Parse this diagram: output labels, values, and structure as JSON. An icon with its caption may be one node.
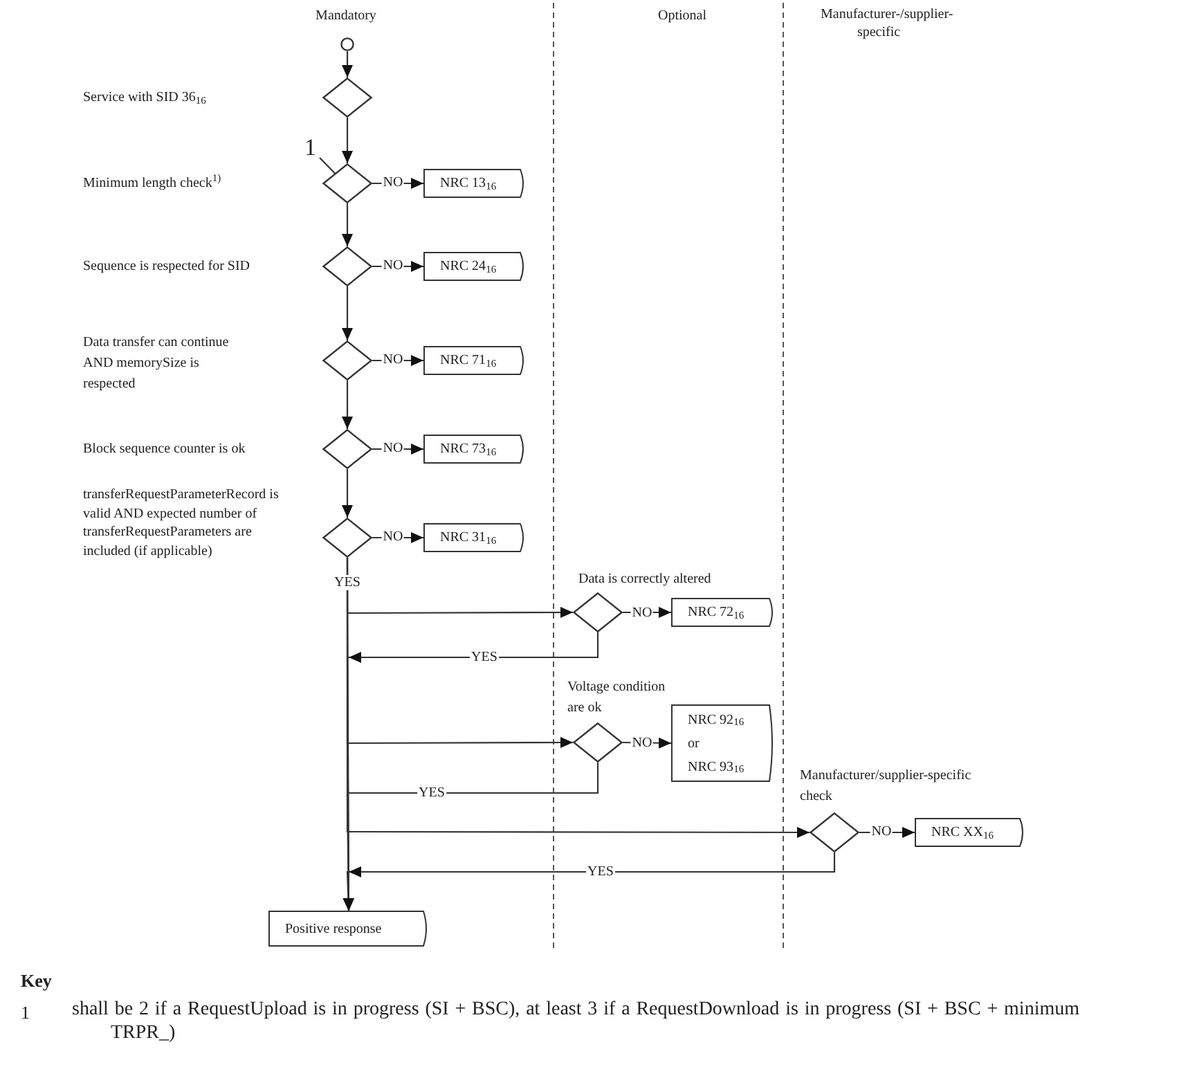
{
  "diagram": {
    "nodes": [
      {
        "text": [],
        "shape": "circle"
      },
      {
        "text": [],
        "shape": "diamond"
      },
      {
        "text": [],
        "shape": "diamond"
      },
      {
        "text": [
          "NRC 13$_{16}$"
        ]
      },
      {
        "text": [],
        "shape": "diamond"
      },
      {
        "text": [
          "NRC 24$_{16}$"
        ]
      },
      {
        "text": [],
        "shape": "diamond"
      },
      {
        "text": [
          "NRC 71$_{16}$"
        ]
      },
      {
        "text": [],
        "shape": "diamond"
      },
      {
        "text": [
          "NRC 73$_{16}$"
        ]
      },
      {
        "text": [],
        "shape": "diamond"
      },
      {
        "text": [
          "NRC 31$_{16}$"
        ]
      },
      {
        "text": [],
        "shape": "diamond",
        "beside": [
          "Data is correctly altered"
        ]
      },
      {
        "text": [
          "NRC 72$_{16}$"
        ]
      },
      {
        "text": [],
        "shape": "diamond"
      },
      {
        "text": [
          "NRC 92$_{16}$",
          "or",
          "NRC 93$_{16}$"
        ]
      },
      {
        "text": [],
        "shape": "diamond",
        "beside": [
          "Manufacturer/supplier-specific check"
        ]
      },
      {
        "text": [
          "NRC XX$_{16}$"
        ]
      },
      {
        "text": [
          "Positive response"
        ]
      },
      {
        "text": [
          "1"
        ]
      }
    ],
    "edges": [
      {
        "from": 0,
        "to": 1,
        "arrow": "to"
      },
      {
        "from": 1,
        "to": 2,
        "arrow": "to"
      },
      {
        "from": 2,
        "to": 3,
        "arrow": "to",
        "label": "NO"
      },
      {
        "from": 2,
        "to": 4,
        "arrow": "to"
      },
      {
        "from": 4,
        "to": 5,
        "arrow": "to",
        "label": "NO"
      },
      {
        "from": 4,
        "to": 6,
        "arrow": "to"
      },
      {
        "from": 6,
        "to": 7,
        "arrow": "to",
        "label": "NO"
      },
      {
        "from": 6,
        "to": 8,
        "arrow": "to"
      },
      {
        "from": 8,
        "to": 9,
        "arrow": "to",
        "label": "NO"
      },
      {
        "from": 8,
        "to": 10,
        "arrow": "to"
      },
      {
        "from": 10,
        "to": 11,
        "arrow": "to",
        "label": "NO"
      },
      {
        "from": 10,
        "to": 18,
        "arrow": "to",
        "label": "YES"
      },
      {
        "from": 10,
        "to": 12,
        "arrow": "to"
      },
      {
        "from": 12,
        "to": 13,
        "arrow": "to",
        "label": "NO"
      },
      {
        "from": 12,
        "to": 18,
        "arrow": "to",
        "label": "YES"
      },
      {
        "from": 10,
        "to": 14,
        "arrow": "to"
      },
      {
        "from": 14,
        "to": 15,
        "arrow": "to",
        "label": "NO"
      },
      {
        "from": 14,
        "to": 18,
        "arrow": "to",
        "label": "YES"
      },
      {
        "from": 10,
        "to": 16,
        "arrow": "to"
      },
      {
        "from": 16,
        "to": 17,
        "arrow": "to",
        "label": "NO"
      },
      {
        "from": 16,
        "to": 18,
        "arrow": "to",
        "label": "YES"
      },
      {
        "from": 19,
        "to": 2,
        "arrow": "none"
      }
    ],
    "labels": [
      "Mandatory",
      "Optional",
      "Manufacturer-/supplier- specific",
      "Service with SID 36$_{16}$",
      "Minimum length check$^{1)}$",
      "Sequence is respected for SID",
      "Data transfer can continue AND memorySize is respected",
      "Block sequence counter is ok",
      "transferRequestParameterRecord is valid AND expected number of transferRequestParameters are included (if applicable)",
      "Voltage condition are ok",
      "Key",
      "1",
      "shall be 2 if a RequestUpload is in progress (SI + BSC), at least 3 if a RequestDownload is in progress (SI + BSC + minimum TRPR_)"
    ]
  }
}
